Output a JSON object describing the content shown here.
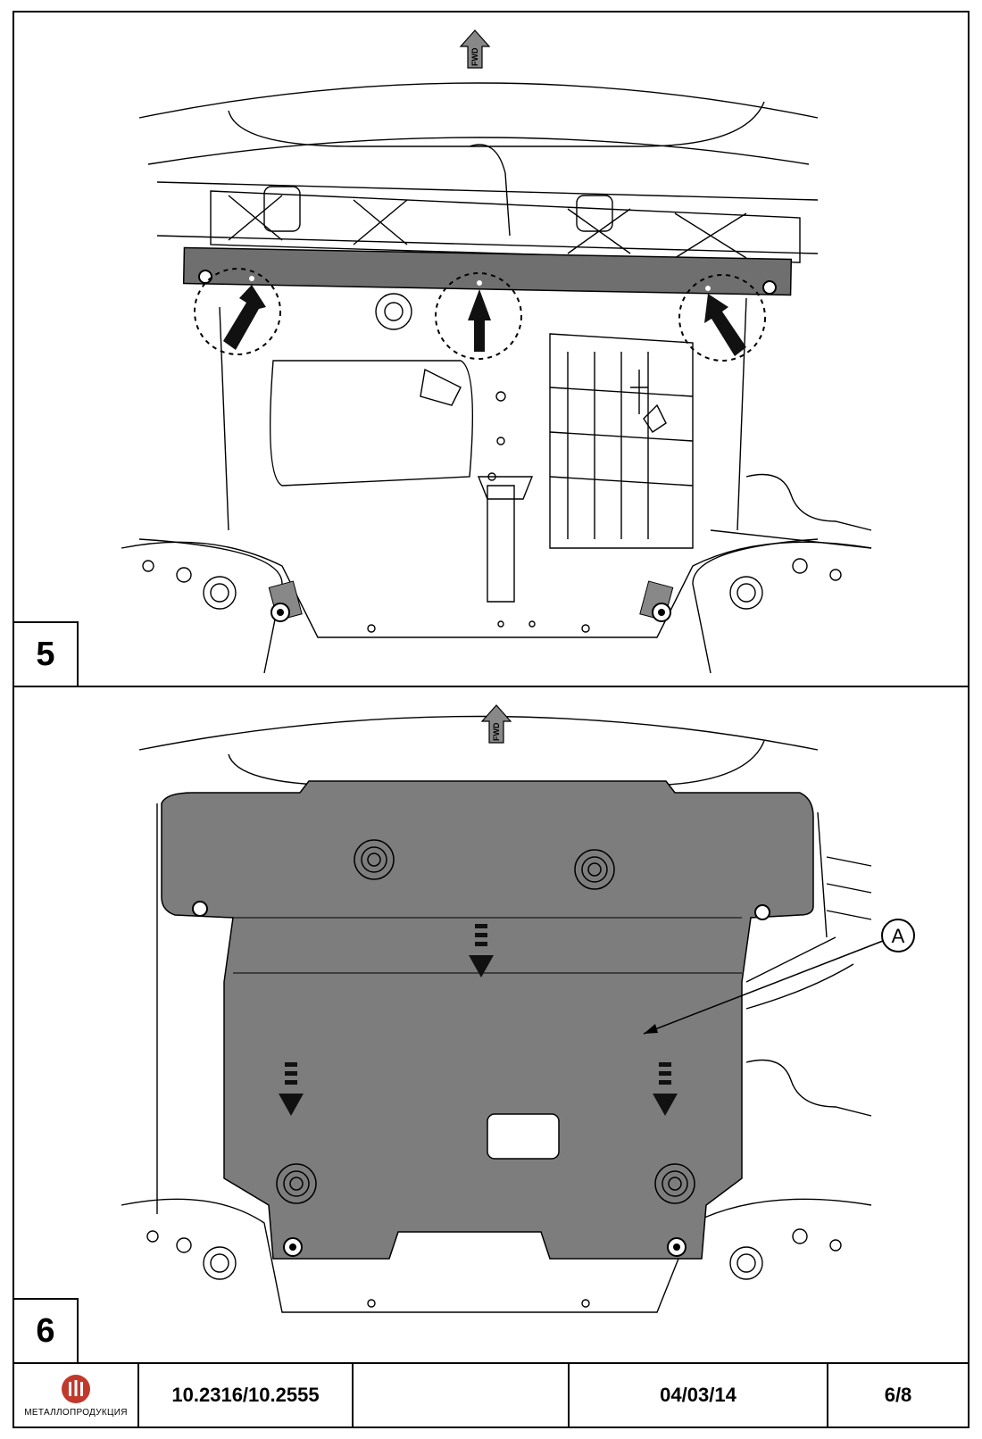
{
  "panels": [
    {
      "step": "5",
      "fwd_label": "FWD"
    },
    {
      "step": "6",
      "fwd_label": "FWD",
      "callout": "A"
    }
  ],
  "footer": {
    "brand": "МЕТАЛЛОПРОДУКЦИЯ",
    "code": "10.2316/10.2555",
    "blank": "",
    "date": "04/03/14",
    "page": "6/8"
  },
  "colors": {
    "shield_fill": "#7d7d7d",
    "crossbar_fill": "#6f6f6f",
    "logo_red": "#c0392b"
  }
}
